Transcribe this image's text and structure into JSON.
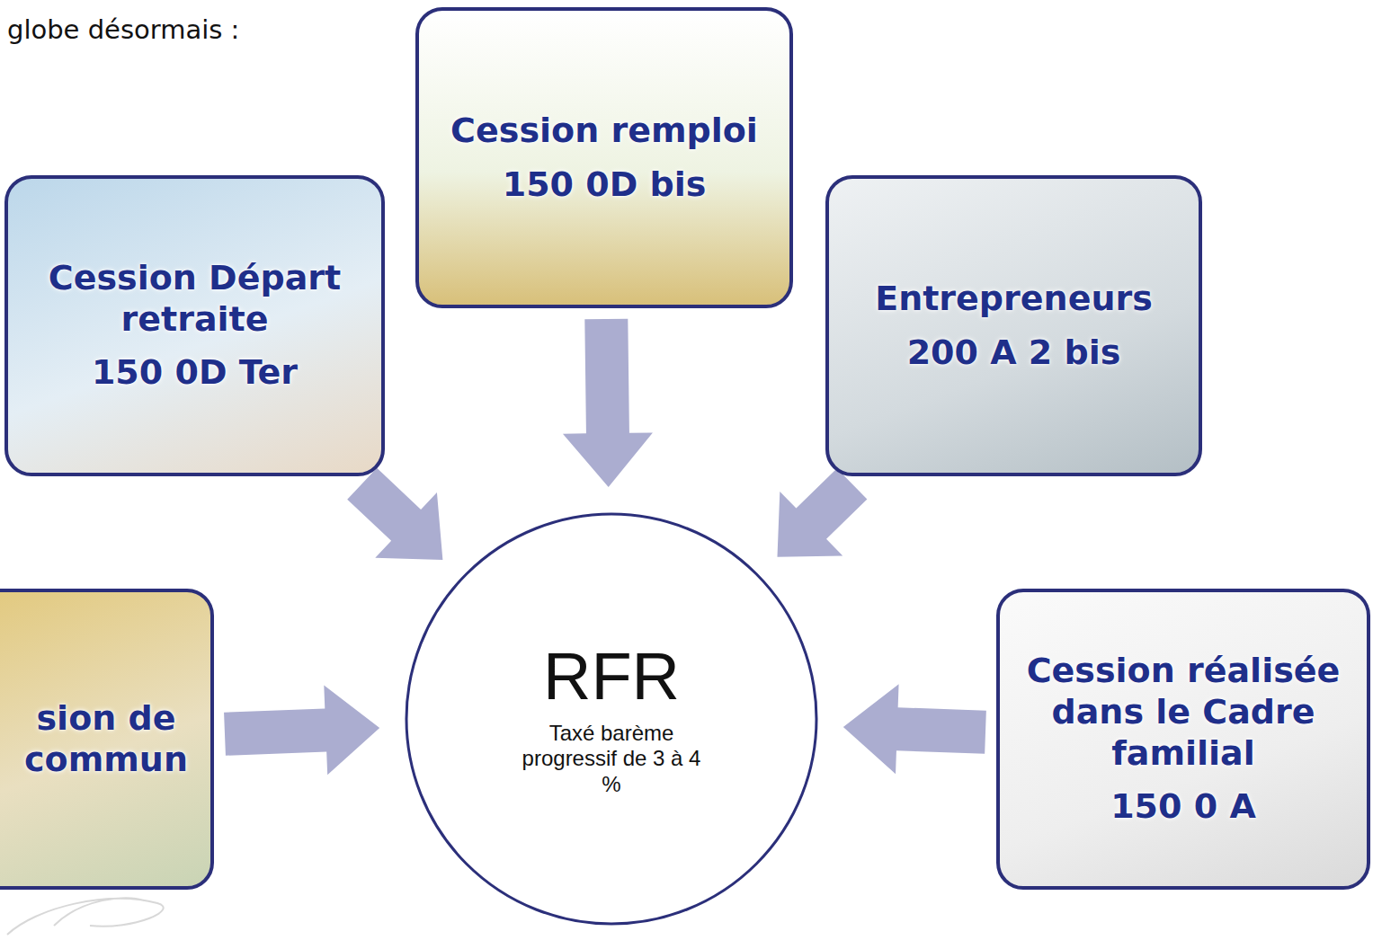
{
  "diagram": {
    "nodes": [
      {
        "text": [
          "Cession Départ retraite",
          "150 0D Ter"
        ]
      },
      {
        "text": [
          "Cession remploi",
          "150 0D bis"
        ]
      },
      {
        "text": [
          "Entrepreneurs",
          "200 A 2 bis"
        ]
      },
      {
        "text": [
          "sion de commun"
        ]
      },
      {
        "text": [
          "RFR",
          "Taxé barème progressif de 3 à 4 %"
        ]
      },
      {
        "text": [
          "Cession réalisée dans le Cadre familial",
          "150 0 A"
        ]
      }
    ],
    "edges": [
      {
        "from": 0,
        "to": 4,
        "arrow": "to"
      },
      {
        "from": 1,
        "to": 4,
        "arrow": "to"
      },
      {
        "from": 2,
        "to": 4,
        "arrow": "to"
      },
      {
        "from": 3,
        "to": 4,
        "arrow": "to"
      },
      {
        "from": 5,
        "to": 4,
        "arrow": "to"
      }
    ],
    "labels": [
      "globe désormais :"
    ]
  }
}
